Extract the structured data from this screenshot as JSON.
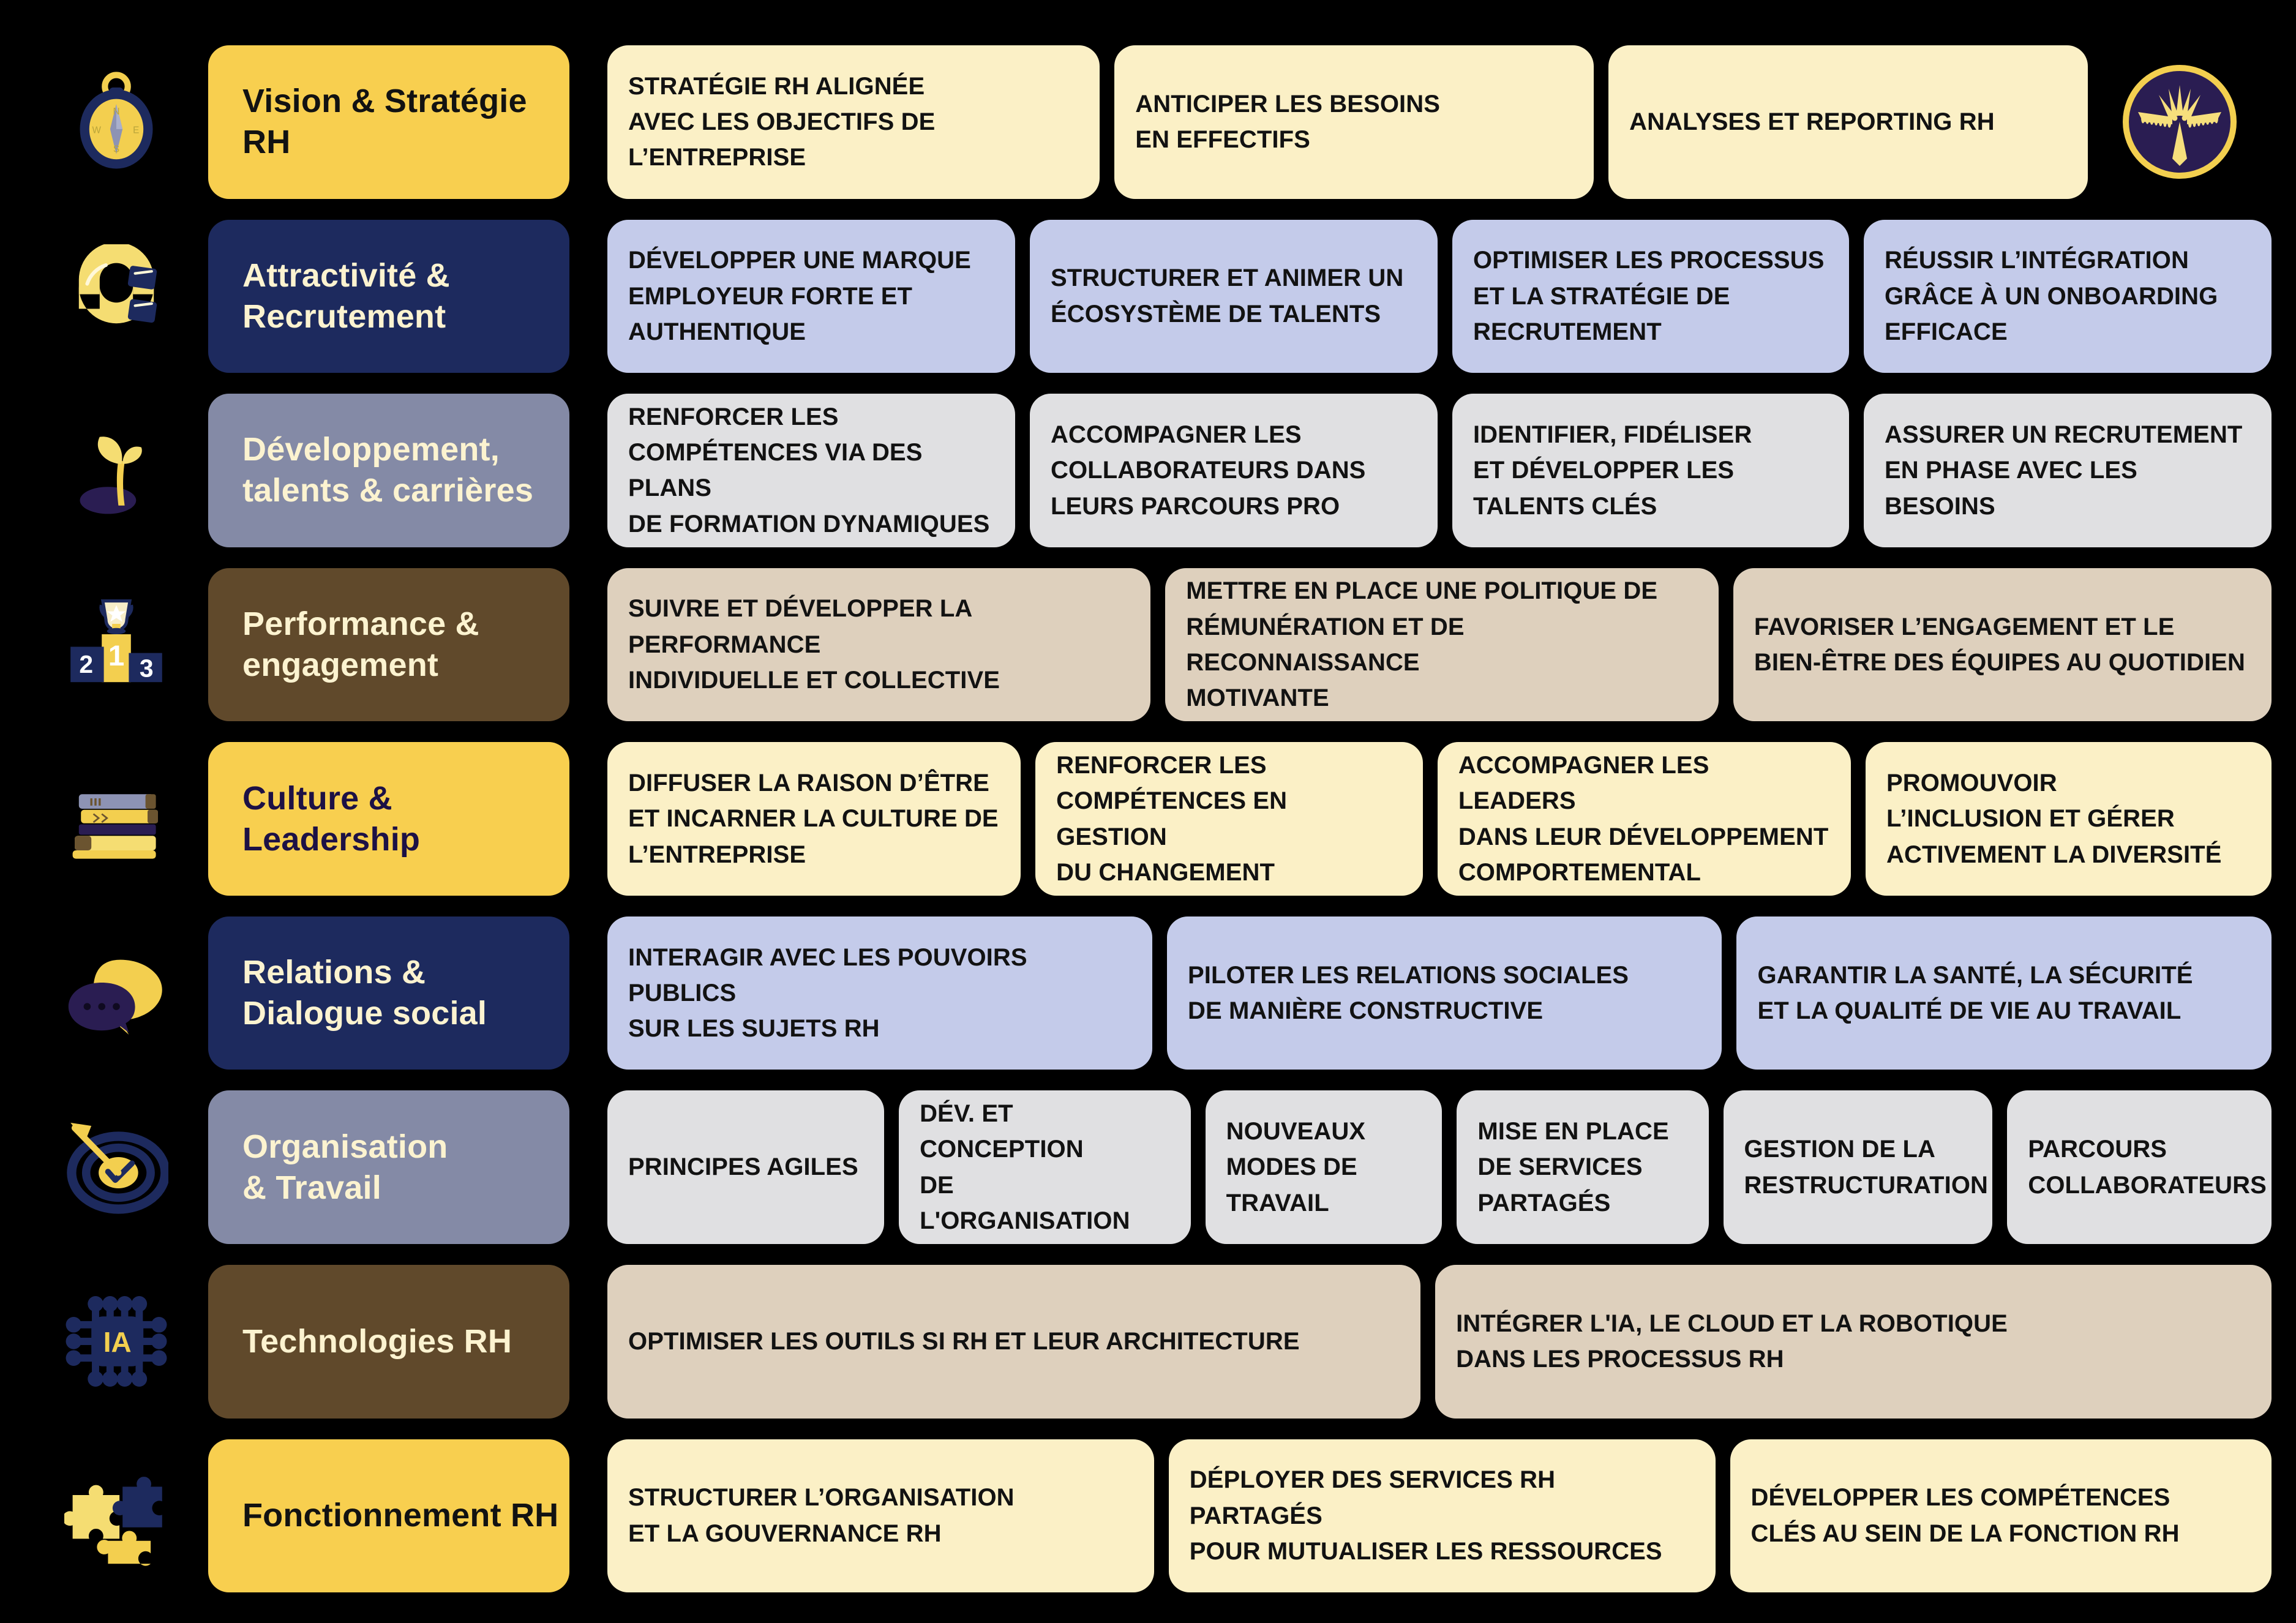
{
  "theme": {
    "background": "#000000",
    "yellow": "#f8cf4f",
    "navy": "#1d2a5e",
    "slate": "#848aa6",
    "brown": "#60492b",
    "cream_text": "#fcf3d0",
    "navy_text": "#1d1145",
    "dark_text": "#121212",
    "card_cream": "#fbf0c6",
    "card_periwinkle": "#c4cbea",
    "card_gray": "#e0e0e2",
    "card_beige": "#ded0bd"
  },
  "logo": {
    "name": "phoenix-emblem-logo",
    "ring_color": "#f3cf4f",
    "disc_color": "#2a1d52",
    "mark_color": "#f6df7c"
  },
  "rows": [
    {
      "id": "vision-strategie-rh",
      "icon": "compass-icon",
      "label": "Vision & Stratégie RH",
      "label_bg": "#f8cf4f",
      "label_color": "#121212",
      "card_bg": "#fbf0c6",
      "cards": [
        {
          "text": "STRATÉGIE RH ALIGNÉE\nAVEC LES OBJECTIFS DE L’ENTREPRISE",
          "flex": 1.03
        },
        {
          "text": "ANTICIPER LES BESOINS\nEN EFFECTIFS",
          "flex": 1.0
        },
        {
          "text": "ANALYSES ET REPORTING RH",
          "flex": 1.0
        }
      ],
      "has_logo": true
    },
    {
      "id": "attractivite-recrutement",
      "icon": "magnet-icon",
      "label": "Attractivité &\nRecrutement",
      "label_bg": "#1d2a5e",
      "label_color": "#fcf3d0",
      "card_bg": "#c4cbea",
      "cards": [
        {
          "text": "DÉVELOPPER UNE MARQUE\nEMPLOYEUR FORTE ET\nAUTHENTIQUE",
          "flex": 1.0
        },
        {
          "text": "STRUCTURER ET ANIMER UN\nÉCOSYSTÈME DE TALENTS",
          "flex": 1.0
        },
        {
          "text": "OPTIMISER LES PROCESSUS\nET LA STRATÉGIE DE\nRECRUTEMENT",
          "flex": 0.97
        },
        {
          "text": "RÉUSSIR L’INTÉGRATION\nGRÂCE À UN ONBOARDING\nEFFICACE",
          "flex": 1.0
        }
      ],
      "has_logo": false
    },
    {
      "id": "developpement-talents-carrieres",
      "icon": "sprout-icon",
      "label": "Développement,\ntalents & carrières",
      "label_bg": "#848aa6",
      "label_color": "#fcf3d0",
      "card_bg": "#e0e0e2",
      "cards": [
        {
          "text": "RENFORCER LES\nCOMPÉTENCES VIA DES PLANS\nDE FORMATION DYNAMIQUES",
          "flex": 1.0
        },
        {
          "text": "ACCOMPAGNER LES\nCOLLABORATEURS DANS\nLEURS PARCOURS PRO",
          "flex": 1.0
        },
        {
          "text": "IDENTIFIER, FIDÉLISER\nET DÉVELOPPER LES\nTALENTS CLÉS",
          "flex": 0.97
        },
        {
          "text": "ASSURER UN RECRUTEMENT\nEN PHASE AVEC LES BESOINS",
          "flex": 1.0
        }
      ],
      "has_logo": false
    },
    {
      "id": "performance-engagement",
      "icon": "podium-icon",
      "label": "Performance &\nengagement",
      "label_bg": "#60492b",
      "label_color": "#fcf3d0",
      "card_bg": "#ded0bd",
      "cards": [
        {
          "text": "SUIVRE ET DÉVELOPPER LA PERFORMANCE\nINDIVIDUELLE ET COLLECTIVE",
          "flex": 1.0
        },
        {
          "text": "METTRE EN PLACE UNE POLITIQUE DE\nRÉMUNÉRATION ET DE RECONNAISSANCE\nMOTIVANTE",
          "flex": 1.02
        },
        {
          "text": "FAVORISER L’ENGAGEMENT ET LE\nBIEN-ÊTRE DES ÉQUIPES AU QUOTIDIEN",
          "flex": 0.99
        }
      ],
      "has_logo": false
    },
    {
      "id": "culture-leadership",
      "icon": "books-icon",
      "label": "Culture &\nLeadership",
      "label_bg": "#f8cf4f",
      "label_color": "#1d1145",
      "card_bg": "#fbf0c6",
      "cards": [
        {
          "text": "DIFFUSER LA RAISON D’ÊTRE\nET INCARNER LA CULTURE DE\nL’ENTREPRISE",
          "flex": 1.0
        },
        {
          "text": "RENFORCER LES\nCOMPÉTENCES EN GESTION\nDU CHANGEMENT",
          "flex": 0.93
        },
        {
          "text": "ACCOMPAGNER LES LEADERS\nDANS LEUR DÉVELOPPEMENT\nCOMPORTEMENTAL",
          "flex": 1.0
        },
        {
          "text": "PROMOUVOIR\nL’INCLUSION ET GÉRER\nACTIVEMENT LA DIVERSITÉ",
          "flex": 0.98
        }
      ],
      "has_logo": false
    },
    {
      "id": "relations-dialogue-social",
      "icon": "speech-bubbles-icon",
      "label": "Relations &\nDialogue social",
      "label_bg": "#1d2a5e",
      "label_color": "#fcf3d0",
      "card_bg": "#c4cbea",
      "cards": [
        {
          "text": "INTERAGIR AVEC LES POUVOIRS PUBLICS\nSUR LES SUJETS RH",
          "flex": 1.0
        },
        {
          "text": "PILOTER LES RELATIONS SOCIALES\nDE MANIÈRE CONSTRUCTIVE",
          "flex": 1.02
        },
        {
          "text": "GARANTIR LA SANTÉ, LA SÉCURITÉ\nET LA QUALITÉ DE VIE AU TRAVAIL",
          "flex": 0.98
        }
      ],
      "has_logo": false
    },
    {
      "id": "organisation-travail",
      "icon": "target-dart-icon",
      "label": "Organisation\n& Travail",
      "label_bg": "#848aa6",
      "label_color": "#fcf3d0",
      "card_bg": "#e0e0e2",
      "cards": [
        {
          "text": "PRINCIPES AGILES",
          "flex": 0.94
        },
        {
          "text": "DÉV. ET CONCEPTION\nDE L'ORGANISATION",
          "flex": 1.0
        },
        {
          "text": "NOUVEAUX\nMODES DE\nTRAVAIL",
          "flex": 0.78
        },
        {
          "text": "MISE EN PLACE\nDE SERVICES\nPARTAGÉS",
          "flex": 0.84
        },
        {
          "text": "GESTION DE LA\nRESTRUCTURATION",
          "flex": 0.91
        },
        {
          "text": "PARCOURS\nCOLLABORATEURS",
          "flex": 0.89
        }
      ],
      "has_logo": false
    },
    {
      "id": "technologies-rh",
      "icon": "ai-chip-icon",
      "label": "Technologies RH",
      "label_bg": "#60492b",
      "label_color": "#fcf3d0",
      "card_bg": "#ded0bd",
      "cards": [
        {
          "text": "OPTIMISER LES OUTILS SI RH ET LEUR ARCHITECTURE",
          "flex": 1.0
        },
        {
          "text": "INTÉGRER L'IA, LE CLOUD ET LA ROBOTIQUE\nDANS LES PROCESSUS RH",
          "flex": 1.03
        }
      ],
      "has_logo": false
    },
    {
      "id": "fonctionnement-rh",
      "icon": "puzzle-icon",
      "label": "Fonctionnement RH",
      "label_bg": "#f8cf4f",
      "label_color": "#121212",
      "card_bg": "#fbf0c6",
      "cards": [
        {
          "text": "STRUCTURER L’ORGANISATION\nET LA GOUVERNANCE RH",
          "flex": 1.0
        },
        {
          "text": "DÉPLOYER DES SERVICES RH PARTAGÉS\nPOUR MUTUALISER LES RESSOURCES",
          "flex": 1.0
        },
        {
          "text": "DÉVELOPPER LES COMPÉTENCES\nCLÉS AU SEIN DE LA FONCTION RH",
          "flex": 0.99
        }
      ],
      "has_logo": false
    }
  ]
}
